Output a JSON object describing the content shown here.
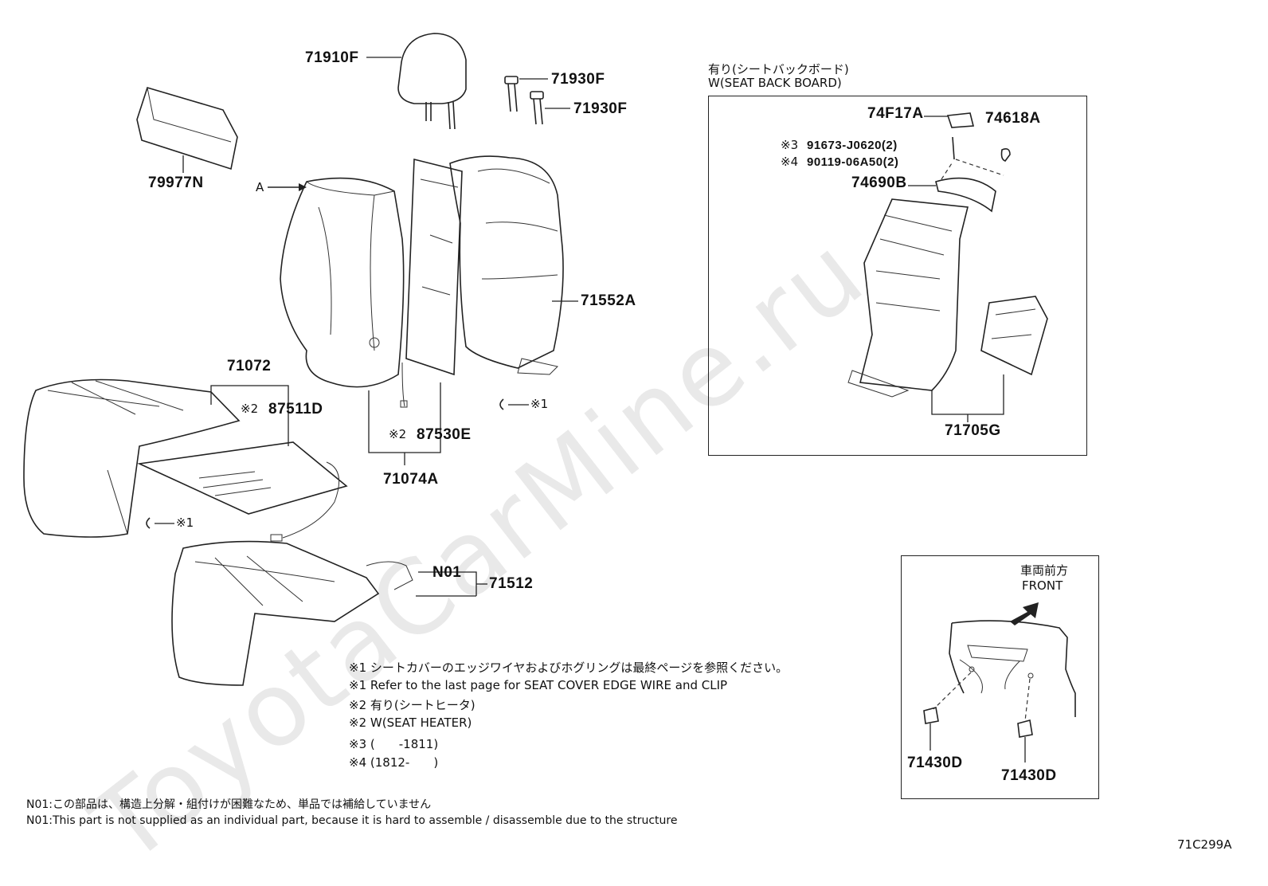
{
  "watermark": "ToyotaCarMine.ru",
  "parts": {
    "headrest": "71910F",
    "guide_1": "71930F",
    "guide_2": "71930F",
    "pad": "79977N",
    "back_pad": "71552A",
    "cushion_cover": "71072",
    "heater_1": "87511D",
    "heater_2": "87530E",
    "back_cover": "71074A",
    "seat_cushion": "71512",
    "n01": "N01",
    "board_part_1": "74F17A",
    "board_part_2": "74618A",
    "board_bolt_1": "91673-J0620(2)",
    "board_bolt_2": "90119-06A50(2)",
    "board_part_3": "74690B",
    "board": "71705G",
    "clip_left": "71430D",
    "clip_right": "71430D"
  },
  "marks": {
    "arrow_a": "A",
    "ref1_back": "※1",
    "ref1_cushion": "※1",
    "ref2_a": "※2",
    "ref2_b": "※2",
    "ref3": "※3",
    "ref4": "※4"
  },
  "inset_board": {
    "title_jp": "有り(シートバックボード)",
    "title_en": "W(SEAT BACK BOARD)"
  },
  "inset_front": {
    "label_jp": "車両前方",
    "label_en": "FRONT"
  },
  "notes": [
    "※1 シートカバーのエッジワイヤおよびホグリングは最終ページを参照ください。",
    "※1 Refer to the last page for SEAT COVER EDGE WIRE and CLIP",
    "※2 有り(シートヒータ)",
    "※2 W(SEAT HEATER)",
    "※3 (　　-1811)",
    "※4 (1812-　　)"
  ],
  "n01_notes": [
    "N01:この部品は、構造上分解・組付けが困難なため、単品では補給していません",
    "N01:This part is not supplied as an individual part, because it is hard to assemble / disassemble due to the structure"
  ],
  "diagram_code": "71C299A"
}
